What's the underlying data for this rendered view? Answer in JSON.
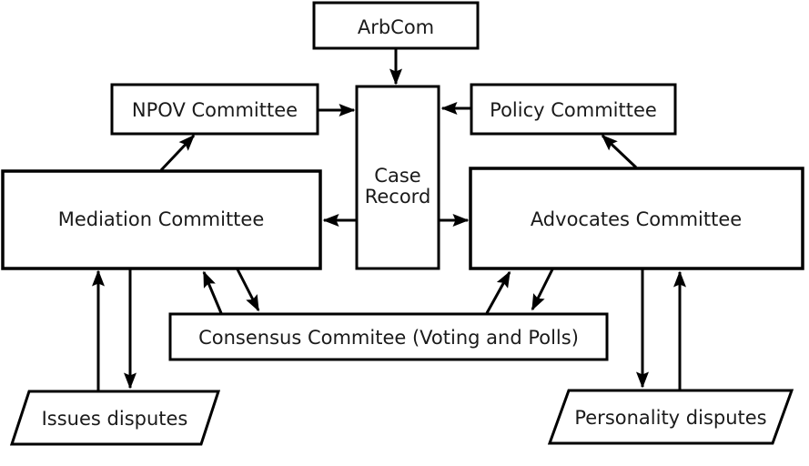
{
  "diagram": {
    "background_color": "#ffffff",
    "stroke_color": "#000000",
    "text_color": "#1a1a1a",
    "nodes": {
      "arbcom": {
        "label": "ArbCom",
        "shape": "rectangle"
      },
      "npov": {
        "label": "NPOV Committee",
        "shape": "rectangle"
      },
      "policy": {
        "label": "Policy Committee",
        "shape": "rectangle"
      },
      "case_record": {
        "label": "Case Record",
        "line1": "Case",
        "line2": "Record",
        "shape": "rectangle"
      },
      "mediation": {
        "label": "Mediation Committee",
        "shape": "rectangle"
      },
      "advocates": {
        "label": "Advocates Committee",
        "shape": "rectangle"
      },
      "consensus": {
        "label": "Consensus Commitee (Voting and Polls)",
        "shape": "rectangle"
      },
      "issues": {
        "label": "Issues disputes",
        "shape": "parallelogram"
      },
      "personality": {
        "label": "Personality disputes",
        "shape": "parallelogram"
      }
    },
    "edges": [
      {
        "from": "ArbCom",
        "to": "Case Record"
      },
      {
        "from": "NPOV Committee",
        "to": "Case Record"
      },
      {
        "from": "Policy Committee",
        "to": "Case Record"
      },
      {
        "from": "Case Record",
        "to": "Mediation Committee"
      },
      {
        "from": "Case Record",
        "to": "Advocates Committee"
      },
      {
        "from": "Mediation Committee",
        "to": "NPOV Committee"
      },
      {
        "from": "Advocates Committee",
        "to": "Policy Committee"
      },
      {
        "from": "Mediation Committee",
        "to": "Consensus Commitee (Voting and Polls)"
      },
      {
        "from": "Consensus Commitee (Voting and Polls)",
        "to": "Mediation Committee"
      },
      {
        "from": "Advocates Committee",
        "to": "Consensus Commitee (Voting and Polls)"
      },
      {
        "from": "Consensus Commitee (Voting and Polls)",
        "to": "Advocates Committee"
      },
      {
        "from": "Mediation Committee",
        "to": "Issues disputes"
      },
      {
        "from": "Issues disputes",
        "to": "Mediation Committee"
      },
      {
        "from": "Advocates Committee",
        "to": "Personality disputes"
      },
      {
        "from": "Personality disputes",
        "to": "Advocates Committee"
      }
    ]
  }
}
